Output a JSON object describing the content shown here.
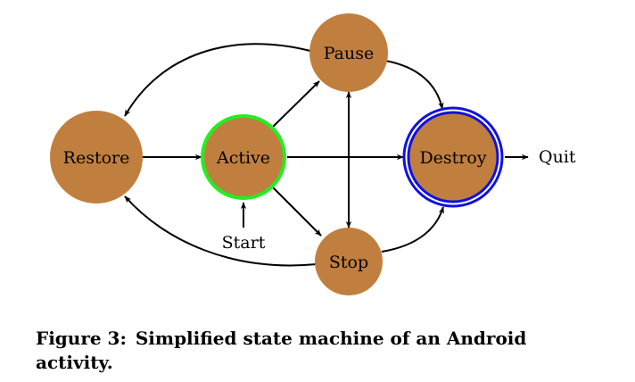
{
  "colors": {
    "node_fill": "#c17f3f",
    "active_ring": "#22ee22",
    "destroy_ring": "#1111dd",
    "edge": "#000000"
  },
  "nodes": {
    "restore": "Restore",
    "active": "Active",
    "pause": "Pause",
    "stop": "Stop",
    "destroy": "Destroy"
  },
  "labels": {
    "start": "Start",
    "quit": "Quit"
  },
  "edges": [
    {
      "from": "Pause",
      "to": "Restore"
    },
    {
      "from": "Stop",
      "to": "Restore"
    },
    {
      "from": "Restore",
      "to": "Active"
    },
    {
      "from": "Active",
      "to": "Pause"
    },
    {
      "from": "Active",
      "to": "Stop"
    },
    {
      "from": "Active",
      "to": "Destroy"
    },
    {
      "from": "Pause",
      "to": "Stop",
      "bidirectional": true
    },
    {
      "from": "Pause",
      "to": "Destroy"
    },
    {
      "from": "Stop",
      "to": "Destroy"
    },
    {
      "from": "Start",
      "to": "Active"
    },
    {
      "from": "Destroy",
      "to": "Quit"
    }
  ],
  "caption": {
    "label": "Figure 3:",
    "text": "Simplified state machine of an Android activity."
  }
}
